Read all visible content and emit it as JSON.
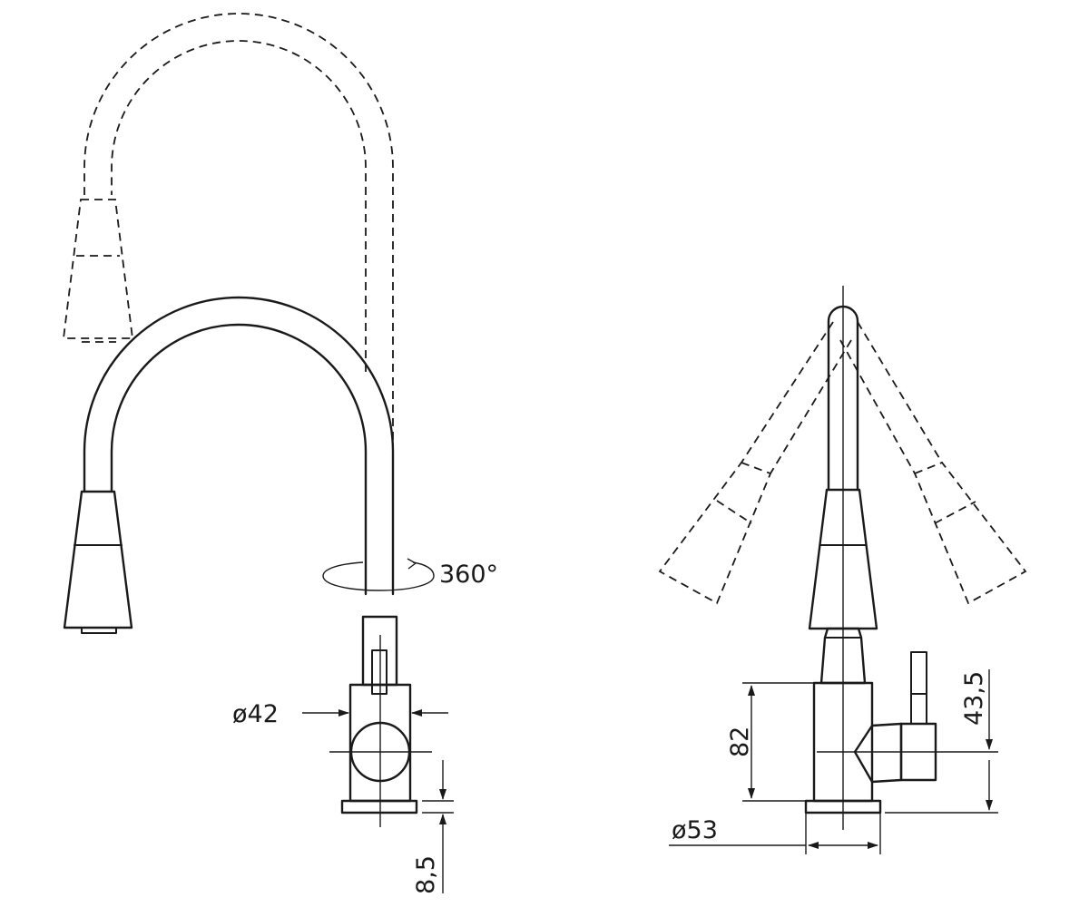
{
  "drawing": {
    "front_view": {
      "rotation_label": "360°",
      "dims": {
        "body_diameter": "ø42",
        "base_height": "8,5"
      }
    },
    "side_view": {
      "dims": {
        "body_height": "82",
        "handle_height": "43,5",
        "base_diameter": "ø53"
      }
    }
  }
}
